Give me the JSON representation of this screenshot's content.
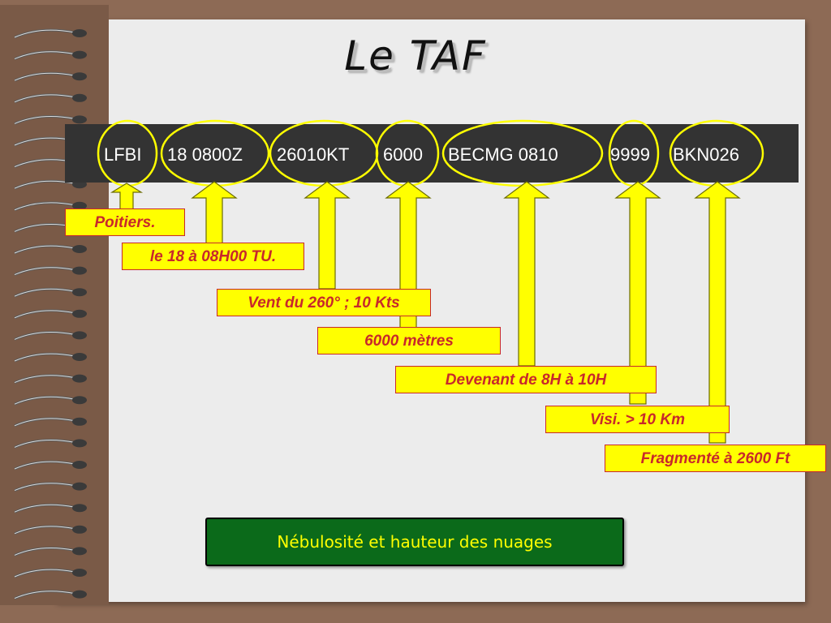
{
  "slide": {
    "title": "Le TAF",
    "taf_tokens": [
      {
        "text": "LFBI",
        "ellipse": true
      },
      {
        "text": "18 0800Z",
        "ellipse": true
      },
      {
        "text": "26010KT",
        "ellipse": true
      },
      {
        "text": "6000",
        "ellipse": true
      },
      {
        "text": "BECMG  0810",
        "ellipse": true
      },
      {
        "text": "9999",
        "ellipse": true
      },
      {
        "text": "BKN026",
        "ellipse": true
      }
    ],
    "labels": [
      "Poitiers.",
      "le 18 à 08H00 TU.",
      "Vent du 260° ; 10 Kts",
      "6000 mètres",
      "Devenant de 8H à 10H",
      "Visi. > 10 Km",
      "Fragmenté à 2600 Ft"
    ],
    "footer_button": "Nébulosité et hauteur des nuages"
  },
  "colors": {
    "background": "#8d6a55",
    "paper": "#ececec",
    "bar": "#333333",
    "ellipse": "#ffff00",
    "arrow_fill": "#ffff00",
    "label_text": "#c8282b",
    "button_bg": "#0b6a1a",
    "button_text": "#ffff00"
  }
}
